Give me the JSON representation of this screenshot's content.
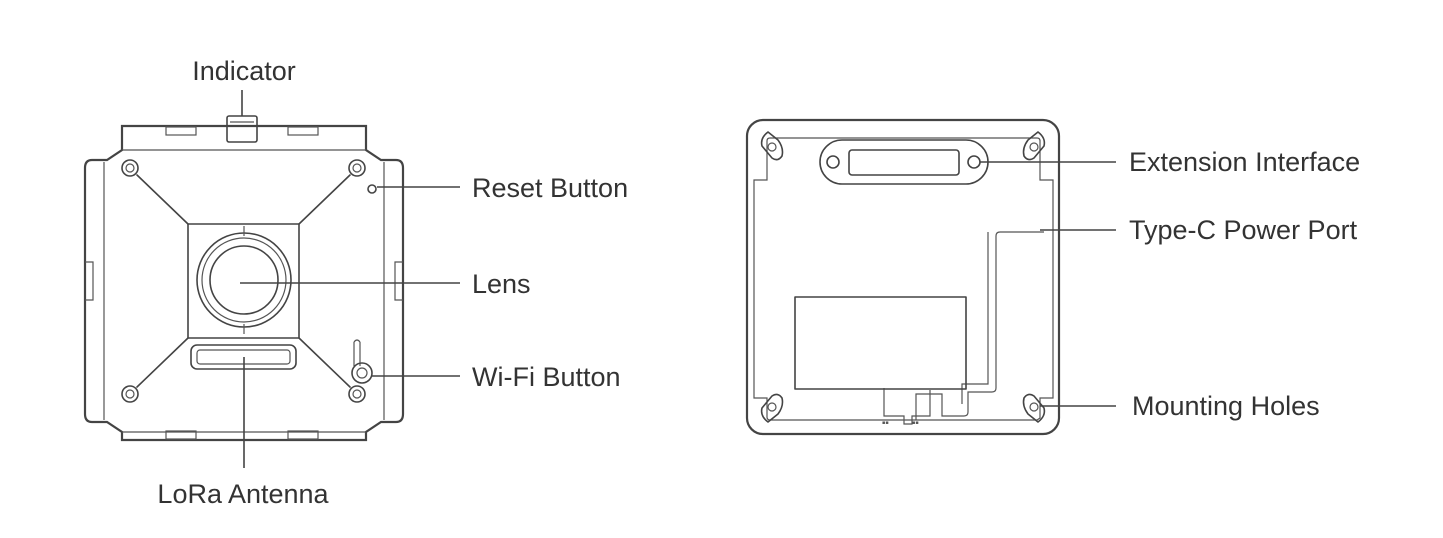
{
  "front_view": {
    "labels": {
      "indicator": "Indicator",
      "reset_button": "Reset Button",
      "lens": "Lens",
      "wifi_button": "Wi-Fi Button",
      "lora_antenna": "LoRa Antenna"
    }
  },
  "back_view": {
    "labels": {
      "extension_interface": "Extension Interface",
      "type_c_power_port": "Type-C Power Port",
      "mounting_holes": "Mounting Holes"
    }
  },
  "colors": {
    "line": "#444444",
    "text": "#333333",
    "background": "#ffffff"
  }
}
